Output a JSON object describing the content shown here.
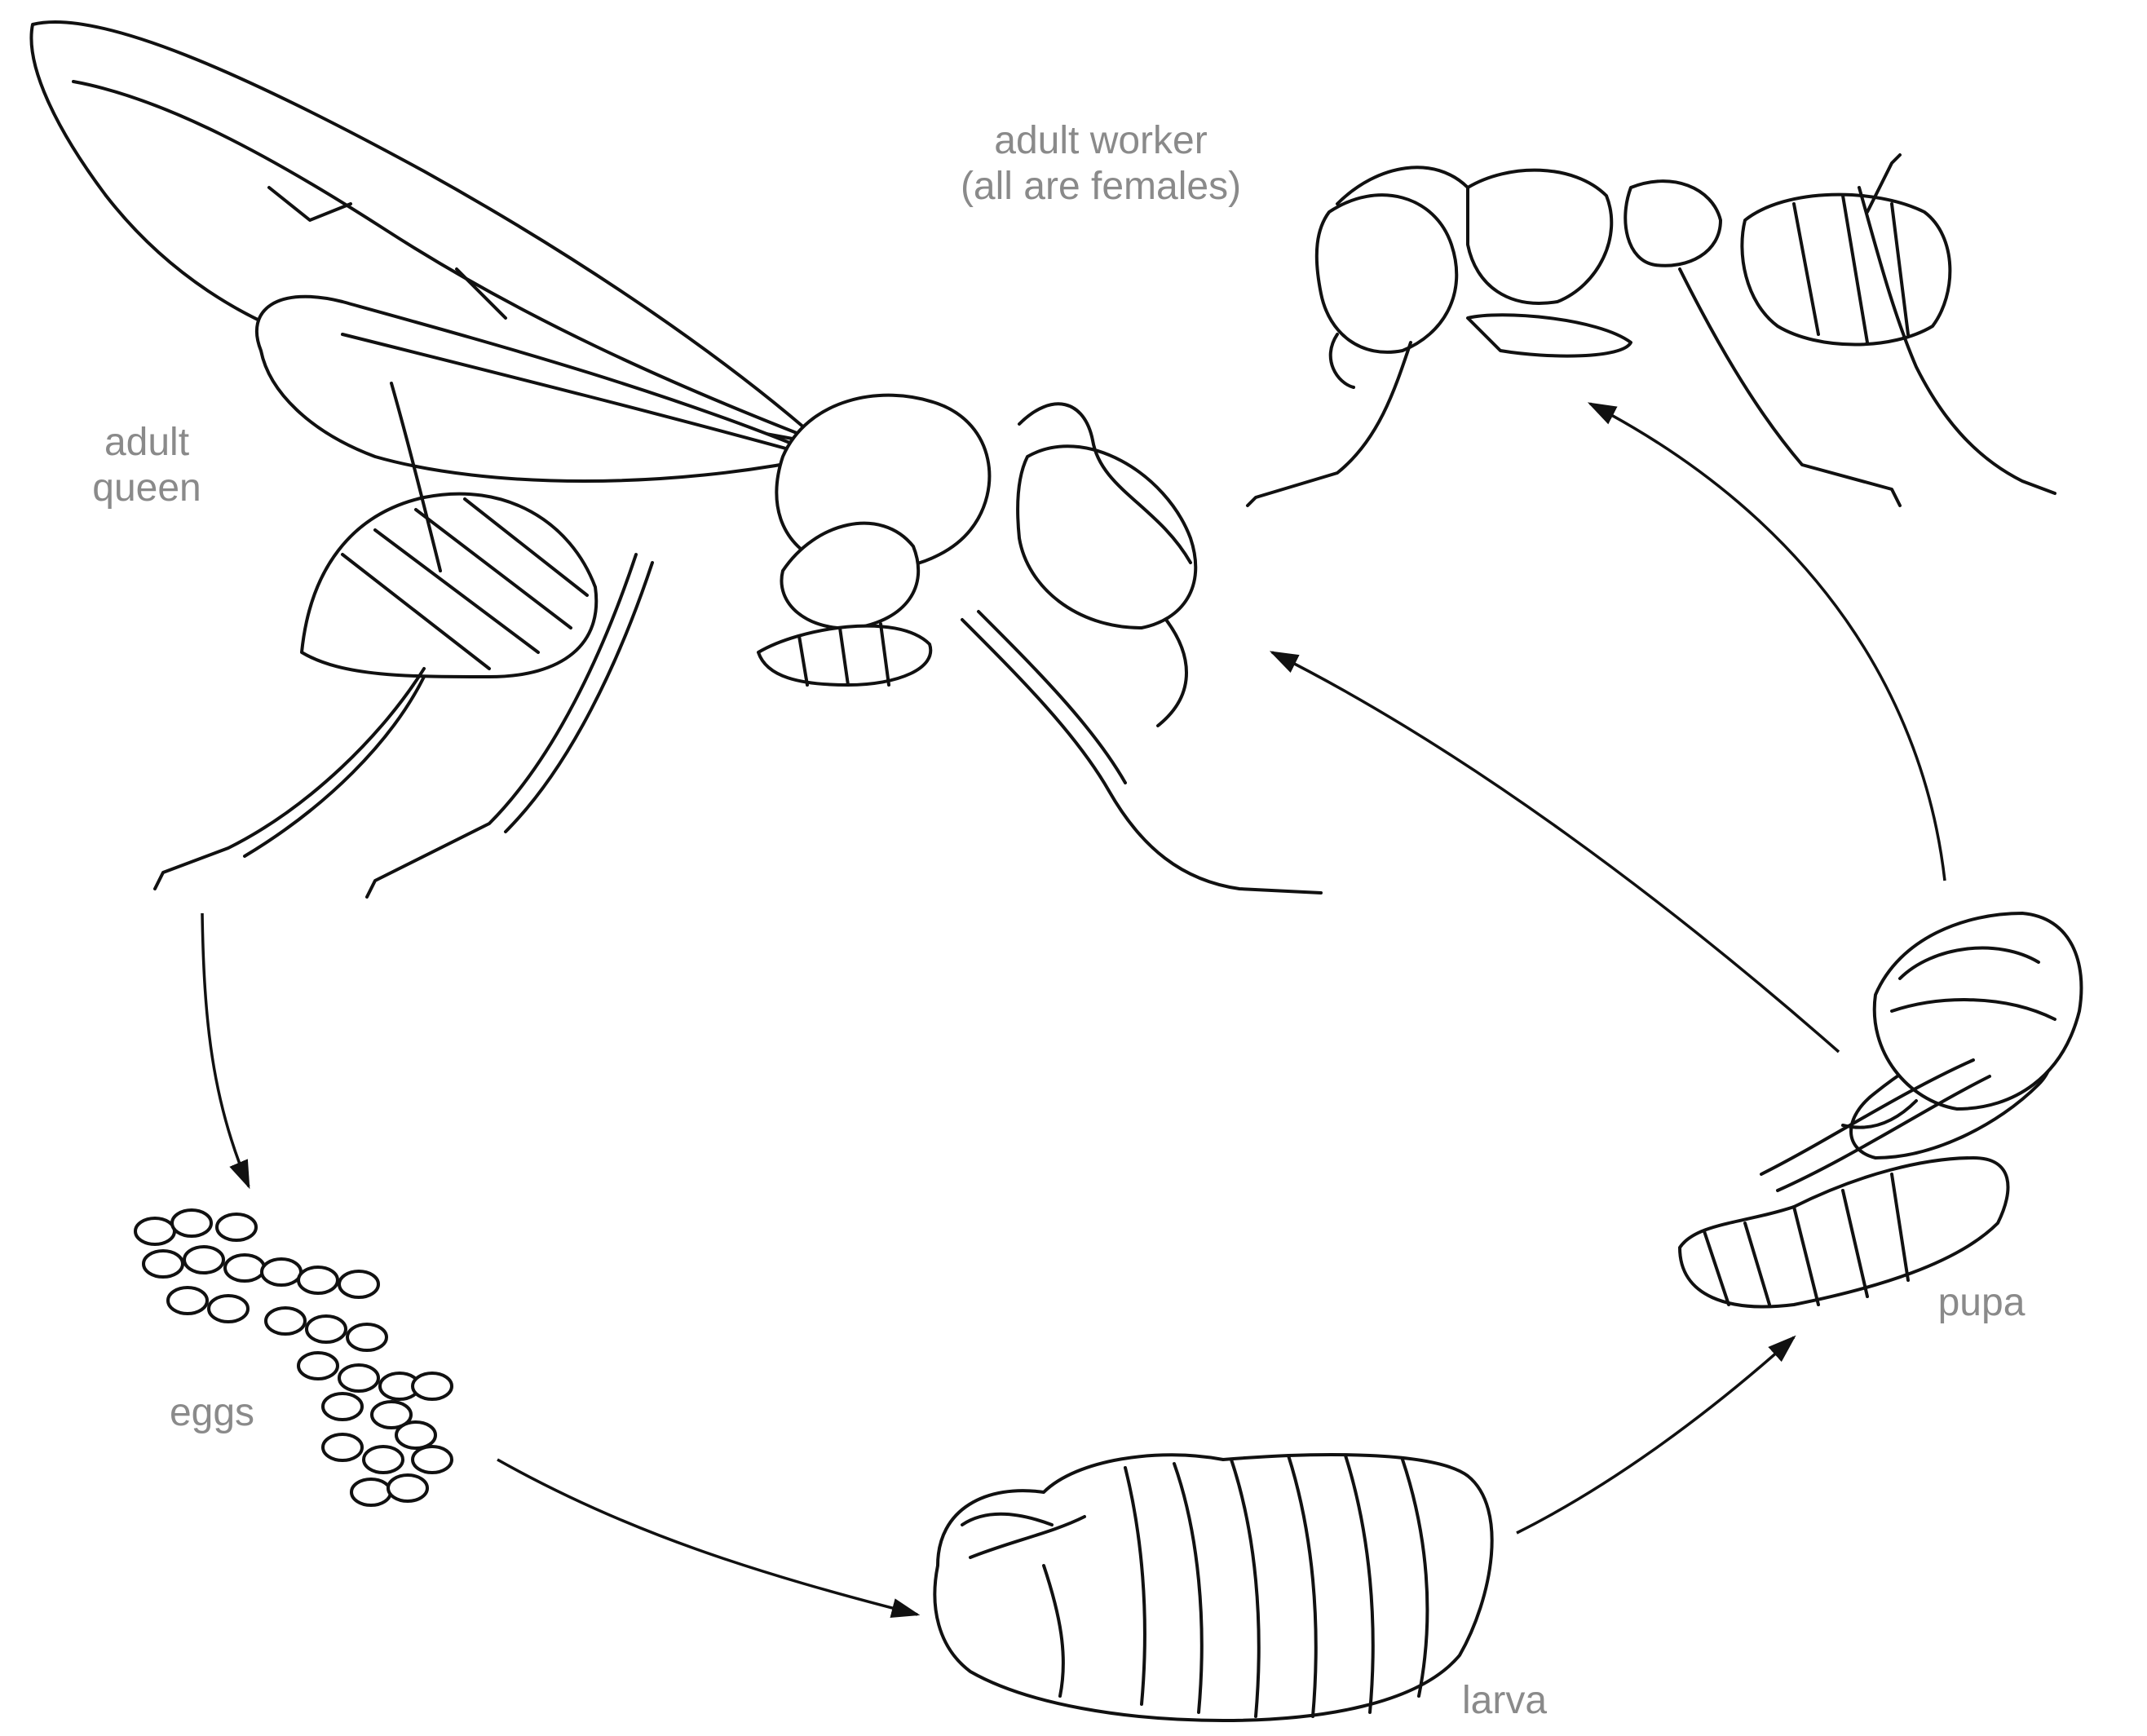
{
  "labels": {
    "adult_worker": [
      "adult worker",
      "(all are females)"
    ],
    "adult_queen": [
      "adult",
      "queen"
    ],
    "eggs": "eggs",
    "larva": "larva",
    "pupa": "pupa"
  },
  "stages": [
    "adult queen",
    "eggs",
    "larva",
    "pupa",
    "adult worker"
  ],
  "colors": {
    "ink": "#111111",
    "label": "#8a8a8a",
    "background": "#ffffff"
  }
}
